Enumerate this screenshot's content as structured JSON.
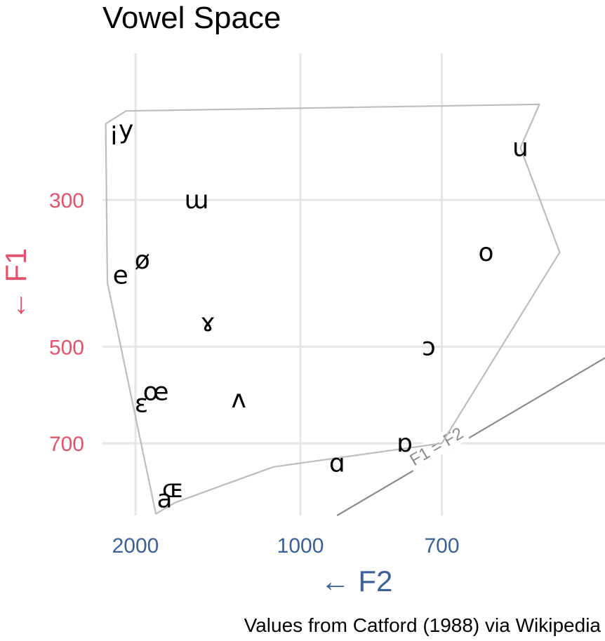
{
  "chart_data": {
    "type": "scatter",
    "title": "Vowel Space",
    "caption": "Values from Catford (1988) via Wikipedia",
    "xlabel": "← F2",
    "ylabel": "← F1",
    "x_scale": "reversed",
    "y_scale": "reversed",
    "xlim": [
      2500,
      520
    ],
    "ylim": [
      180,
      900
    ],
    "x_ticks": [
      {
        "value": 2000,
        "label": "2000"
      },
      {
        "value": 1000,
        "label": "1000"
      },
      {
        "value": 700,
        "label": "700"
      }
    ],
    "y_ticks": [
      {
        "value": 300,
        "label": "300"
      },
      {
        "value": 500,
        "label": "500"
      },
      {
        "value": 700,
        "label": "700"
      }
    ],
    "grid": true,
    "legend": "none",
    "colors": {
      "x_axis": "#3d6096",
      "y_axis": "#e0536c",
      "points": "#000000",
      "hull": "#bdbdbd",
      "grid": "#e6e6e6",
      "reference_line": "#8c8c8c"
    },
    "points": [
      {
        "label": "i",
        "F2": 2300,
        "F1": 240
      },
      {
        "label": "y",
        "F2": 2120,
        "F1": 235
      },
      {
        "label": "u",
        "F2": 600,
        "F1": 250
      },
      {
        "label": "ɯ",
        "F2": 1460,
        "F1": 300
      },
      {
        "label": "e",
        "F2": 2200,
        "F1": 390
      },
      {
        "label": "ø",
        "F2": 1920,
        "F1": 370
      },
      {
        "label": "o",
        "F2": 640,
        "F1": 360
      },
      {
        "label": "ɤ",
        "F2": 1390,
        "F1": 460
      },
      {
        "label": "ɔ",
        "F2": 720,
        "F1": 500
      },
      {
        "label": "ɛ",
        "F2": 1930,
        "F1": 610
      },
      {
        "label": "œ",
        "F2": 1780,
        "F1": 585
      },
      {
        "label": "ʌ",
        "F2": 1230,
        "F1": 600
      },
      {
        "label": "ɒ",
        "F2": 760,
        "F1": 700
      },
      {
        "label": "ɑ",
        "F2": 900,
        "F1": 750
      },
      {
        "label": "a",
        "F2": 1700,
        "F1": 850
      },
      {
        "label": "ɶ",
        "F2": 1630,
        "F1": 820
      }
    ],
    "hull": [
      {
        "F2": 2440,
        "F1": 230
      },
      {
        "F2": 2120,
        "F1": 220
      },
      {
        "F2": 580,
        "F1": 215
      },
      {
        "F2": 600,
        "F1": 250
      },
      {
        "F2": 560,
        "F1": 360
      },
      {
        "F2": 700,
        "F1": 700
      },
      {
        "F2": 1090,
        "F1": 760
      },
      {
        "F2": 1610,
        "F1": 860
      },
      {
        "F2": 1780,
        "F1": 895
      },
      {
        "F2": 2410,
        "F1": 400
      }
    ],
    "reference_line": {
      "label": "F1 = F2"
    }
  }
}
